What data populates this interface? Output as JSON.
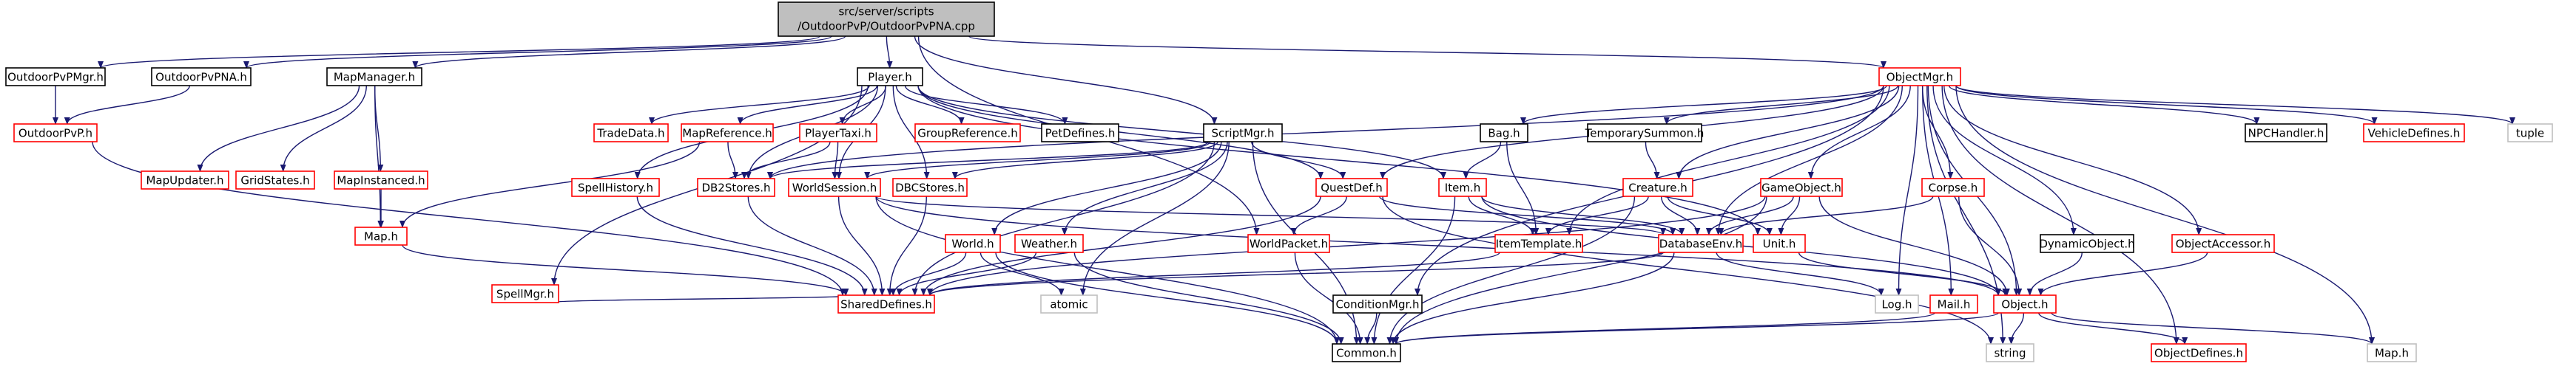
{
  "diagram": {
    "root": {
      "label_lines": [
        "src/server/scripts",
        "/OutdoorPvP/OutdoorPvPNA.cpp"
      ]
    },
    "nodes": {
      "outdoorpvpmgr_h": "OutdoorPvPMgr.h",
      "outdoorpvpna_h": "OutdoorPvPNA.h",
      "mapmanager_h": "MapManager.h",
      "player_h": "Player.h",
      "objectmgr_h": "ObjectMgr.h",
      "outdoorpvp_h": "OutdoorPvP.h",
      "mapupdater_h": "MapUpdater.h",
      "gridstates_h": "GridStates.h",
      "mapinstanced_h": "MapInstanced.h",
      "map_h": "Map.h",
      "tradedata_h": "TradeData.h",
      "mapreference_h": "MapReference.h",
      "playertaxi_h": "PlayerTaxi.h",
      "groupreference_h": "GroupReference.h",
      "petdefines_h": "PetDefines.h",
      "spellmgr_h": "SpellMgr.h",
      "spellhistory_h": "SpellHistory.h",
      "db2stores_h": "DB2Stores.h",
      "worldsession_h": "WorldSession.h",
      "dbcstores_h": "DBCStores.h",
      "scriptmgr_h": "ScriptMgr.h",
      "questdef_h": "QuestDef.h",
      "worldpacket_h": "WorldPacket.h",
      "world_h": "World.h",
      "weather_h": "Weather.h",
      "atomic": "atomic",
      "conditionmgr_h": "ConditionMgr.h",
      "shareddefines_h": "SharedDefines.h",
      "common_h": "Common.h",
      "bag_h": "Bag.h",
      "item_h": "Item.h",
      "itemtemplate_h": "ItemTemplate.h",
      "temporarysummon_h": "TemporarySummon.h",
      "creature_h": "Creature.h",
      "databaseenv_h": "DatabaseEnv.h",
      "unit_h": "Unit.h",
      "gameobject_h": "GameObject.h",
      "corpse_h": "Corpse.h",
      "dynamicobject_h": "DynamicObject.h",
      "objectaccessor_h": "ObjectAccessor.h",
      "object_h": "Object.h",
      "log_h": "Log.h",
      "mail_h": "Mail.h",
      "string": "string",
      "npchandler_h": "NPCHandler.h",
      "vehicledefines_h": "VehicleDefines.h",
      "tuple": "tuple",
      "map_h_std": "Map.h",
      "objectdefines_h": "ObjectDefines.h"
    },
    "style": {
      "edge_color": "#191970",
      "root_fill": "#bfbfbf",
      "documented_border": "#000000",
      "undocumented_border": "#ff0000",
      "external_border": "#bfbfbf"
    }
  }
}
